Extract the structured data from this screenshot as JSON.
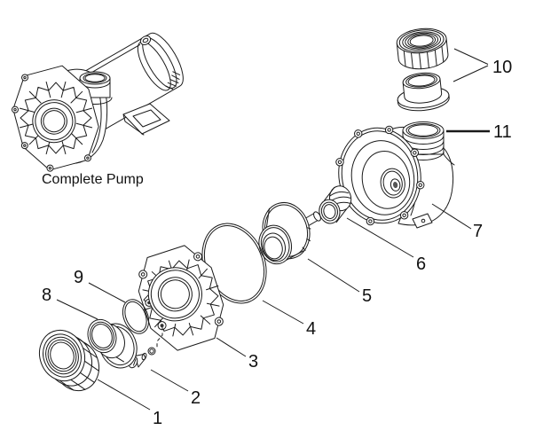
{
  "figure": {
    "caption": "Complete Pump",
    "labels": [
      "1",
      "2",
      "3",
      "4",
      "5",
      "6",
      "7",
      "8",
      "9",
      "10",
      "11"
    ]
  },
  "colors": {
    "line": "#1a1a1a",
    "background": "#ffffff"
  }
}
